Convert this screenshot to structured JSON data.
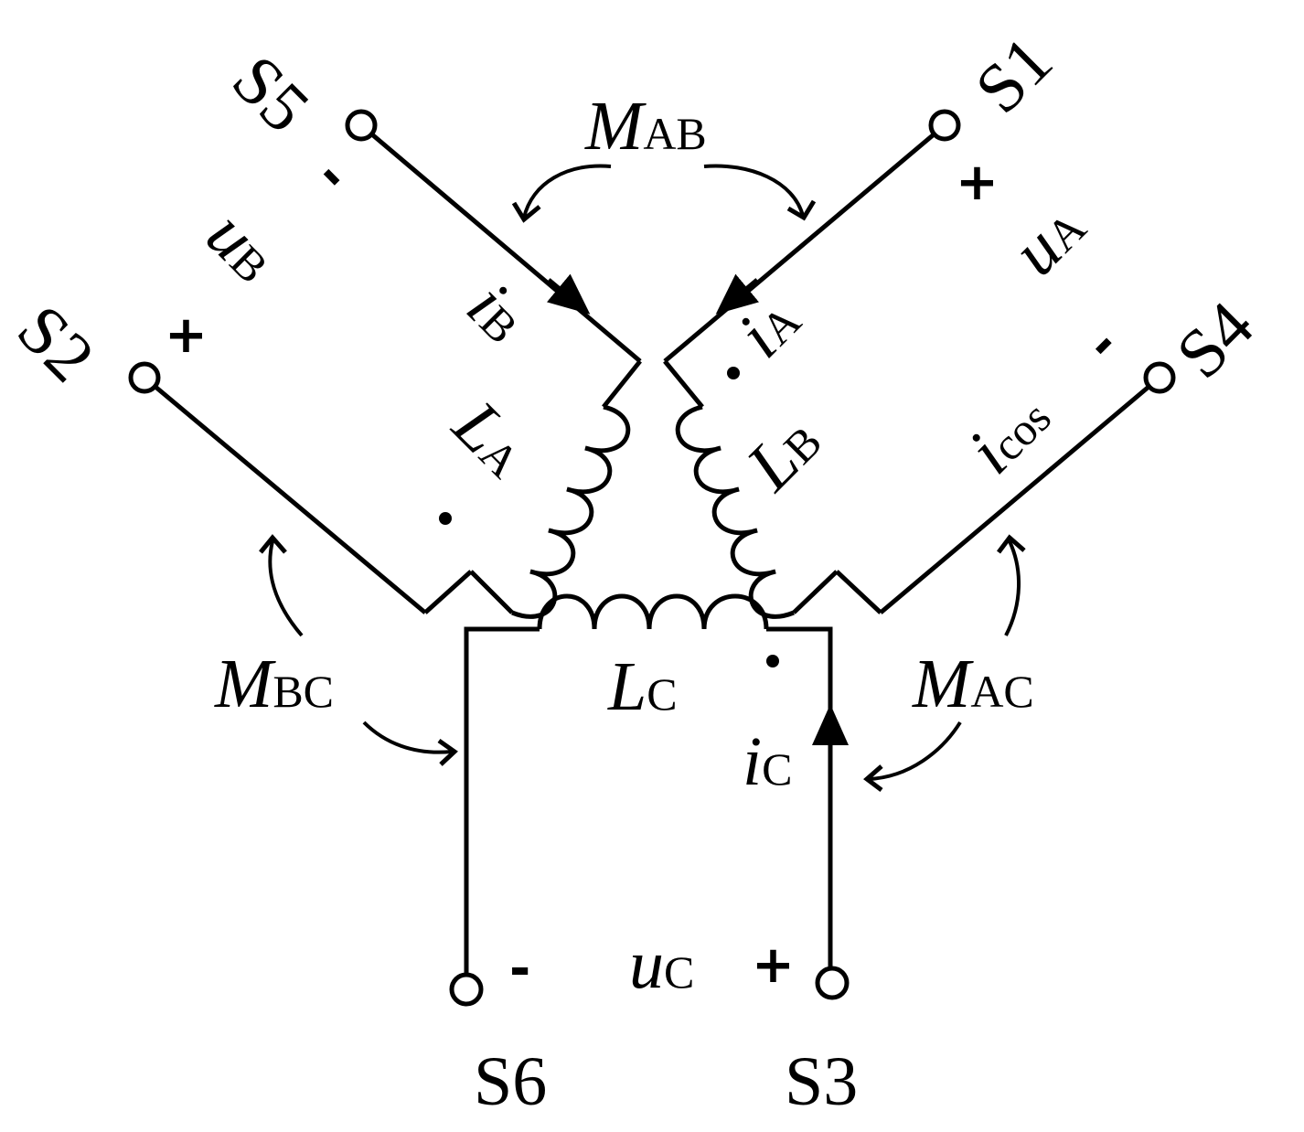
{
  "terminals": {
    "s1": "S1",
    "s2": "S2",
    "s3": "S3",
    "s4": "S4",
    "s5": "S5",
    "s6": "S6"
  },
  "inductors": {
    "la": {
      "symbol": "L",
      "sub": "A"
    },
    "lb": {
      "symbol": "L",
      "sub": "B"
    },
    "lc": {
      "symbol": "L",
      "sub": "C"
    }
  },
  "mutual": {
    "mab": {
      "symbol": "M",
      "sub": "AB"
    },
    "mbc": {
      "symbol": "M",
      "sub": "BC"
    },
    "mac": {
      "symbol": "M",
      "sub": "AC"
    }
  },
  "voltages": {
    "ua": {
      "symbol": "u",
      "sub": "A"
    },
    "ub": {
      "symbol": "u",
      "sub": "B"
    },
    "uc": {
      "symbol": "u",
      "sub": "C"
    }
  },
  "currents": {
    "ia": {
      "symbol": "i",
      "sub": "A"
    },
    "ib": {
      "symbol": "i",
      "sub": "B"
    },
    "ic": {
      "symbol": "i",
      "sub": "C"
    },
    "icos": {
      "symbol": "i",
      "sub": "cos"
    }
  },
  "polarity": {
    "plus": "+",
    "minus": "-"
  }
}
